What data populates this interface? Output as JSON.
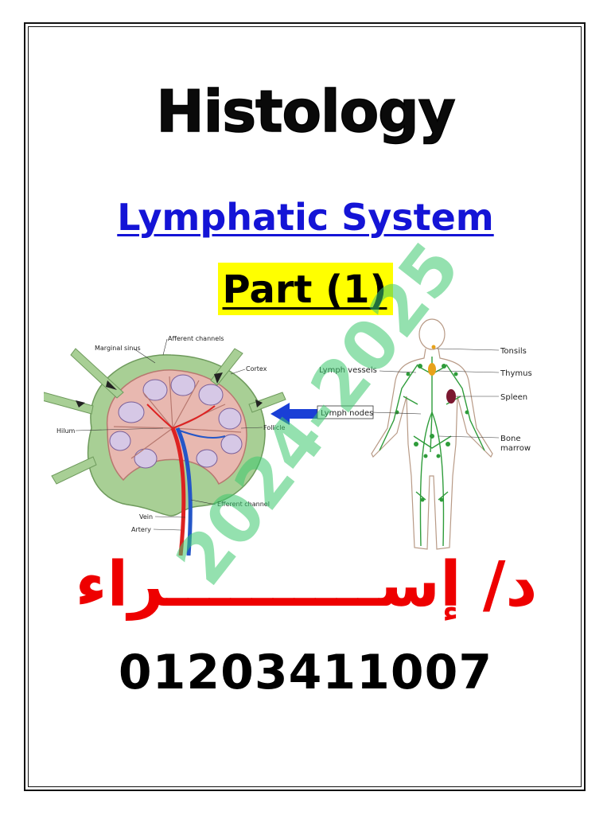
{
  "title": "Histology",
  "subtitle": "Lymphatic System",
  "part": "Part (1)",
  "author": "د/ إســــــــــراء",
  "phone": "01203411007",
  "watermark": "2024-2025",
  "node_diagram": {
    "labels": {
      "afferent": "Afferent channels",
      "marginal": "Marginal sinus",
      "cortex": "Cortex",
      "hilum": "Hilum",
      "follicle": "Follicle",
      "efferent": "Efferent channel",
      "vein": "Vein",
      "artery": "Artery"
    }
  },
  "body_diagram": {
    "labels": {
      "tonsils": "Tonsils",
      "lymph_vessels": "Lymph vessels",
      "thymus": "Thymus",
      "spleen": "Spleen",
      "lymph_nodes": "Lymph nodes",
      "bone": "Bone",
      "marrow": "marrow"
    }
  },
  "colors": {
    "title": "#000000",
    "subtitle": "#1414d6",
    "highlight": "#ffff00",
    "author": "#ee0000",
    "watermark": "#3cc86e",
    "arrow": "#1a3fd6"
  }
}
